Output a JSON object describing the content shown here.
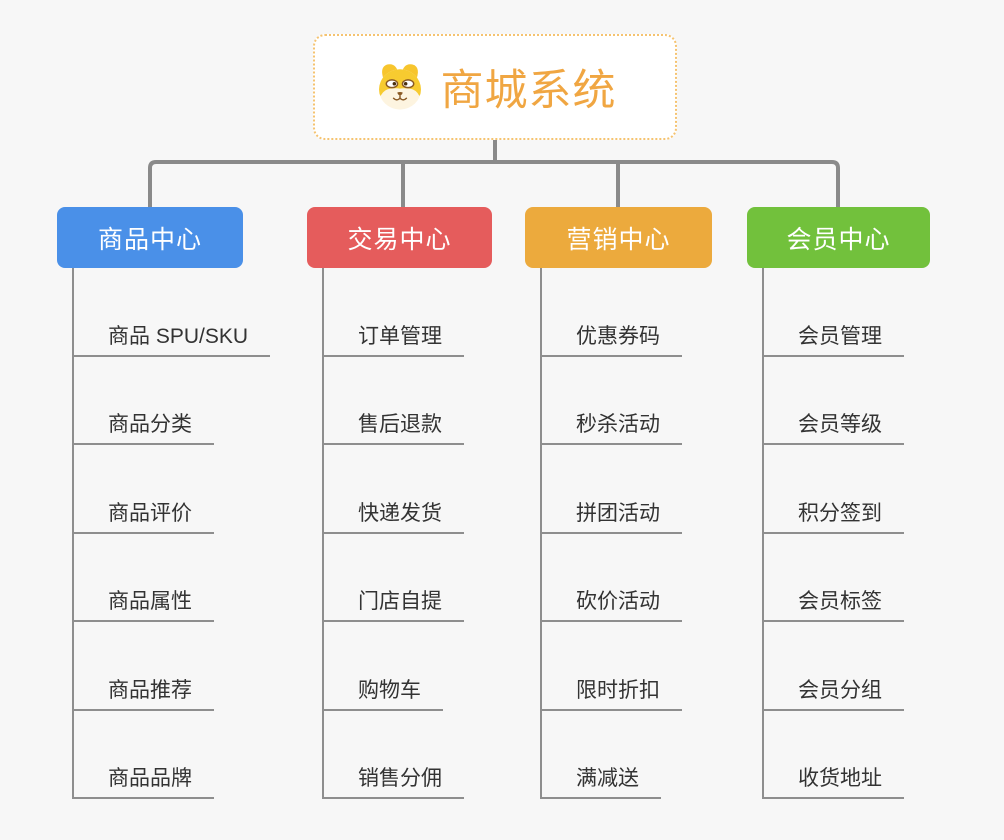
{
  "root": {
    "title": "商城系统",
    "icon": "dog-face-icon"
  },
  "colors": {
    "background": "#f7f7f7",
    "connector": "#8a8a8a",
    "underline": "#8e8e8e",
    "root_text": "#f0a642",
    "root_border": "#f5c370",
    "subtopic_text": "#333333"
  },
  "branches": [
    {
      "label": "商品中心",
      "color": "#4a90e8",
      "children": [
        "商品 SPU/SKU",
        "商品分类",
        "商品评价",
        "商品属性",
        "商品推荐",
        "商品品牌"
      ]
    },
    {
      "label": "交易中心",
      "color": "#e55c5c",
      "children": [
        "订单管理",
        "售后退款",
        "快递发货",
        "门店自提",
        "购物车",
        "销售分佣"
      ]
    },
    {
      "label": "营销中心",
      "color": "#ecaa3d",
      "children": [
        "优惠券码",
        "秒杀活动",
        "拼团活动",
        "砍价活动",
        "限时折扣",
        "满减送"
      ]
    },
    {
      "label": "会员中心",
      "color": "#72c13c",
      "children": [
        "会员管理",
        "会员等级",
        "积分签到",
        "会员标签",
        "会员分组",
        "收货地址"
      ]
    }
  ]
}
